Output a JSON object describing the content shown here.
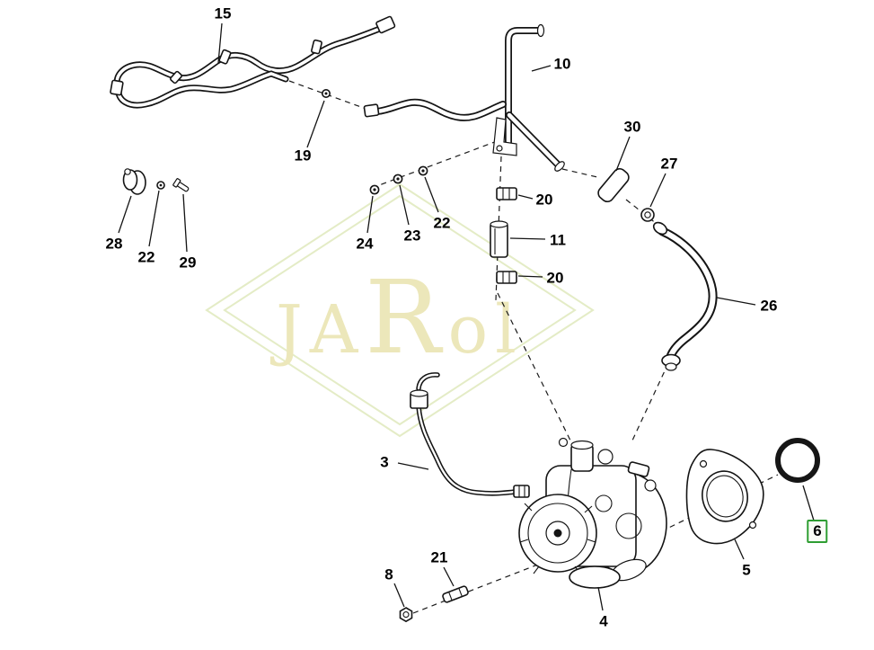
{
  "diagram": {
    "watermark": {
      "part1": "JA",
      "part2": "R",
      "part3": "ol"
    },
    "highlight": {
      "callout": "6",
      "color": "#2f9e33"
    },
    "callouts": [
      {
        "number": "15"
      },
      {
        "number": "10"
      },
      {
        "number": "19"
      },
      {
        "number": "30"
      },
      {
        "number": "27"
      },
      {
        "number": "20"
      },
      {
        "number": "11"
      },
      {
        "number": "20"
      },
      {
        "number": "26"
      },
      {
        "number": "28"
      },
      {
        "number": "22"
      },
      {
        "number": "29"
      },
      {
        "number": "24"
      },
      {
        "number": "23"
      },
      {
        "number": "22"
      },
      {
        "number": "3"
      },
      {
        "number": "21"
      },
      {
        "number": "8"
      },
      {
        "number": "4"
      },
      {
        "number": "5"
      },
      {
        "number": "6"
      }
    ]
  }
}
